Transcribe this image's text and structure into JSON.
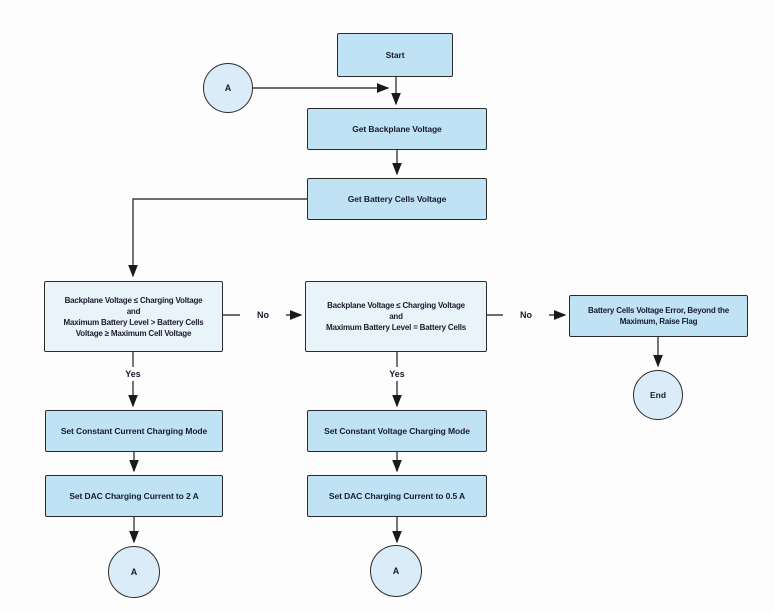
{
  "nodes": {
    "start": {
      "label": "Start"
    },
    "get_backplane": {
      "label": "Get Backplane Voltage"
    },
    "get_battery": {
      "label": "Get Battery Cells Voltage"
    },
    "decision_left": {
      "label": "Backplane Voltage ≤ Charging Voltage\nand\nMaximum Battery Level > Battery Cells\nVoltage ≥ Maximum Cell Voltage"
    },
    "decision_mid": {
      "label": "Backplane Voltage ≤ Charging Voltage\nand\nMaximum Battery Level = Battery Cells"
    },
    "error_box": {
      "label": "Battery Cells Voltage Error, Beyond the\nMaximum, Raise Flag"
    },
    "set_cc_mode": {
      "label": "Set Constant Current Charging Mode"
    },
    "set_dac_2a": {
      "label": "Set DAC Charging Current to 2 A"
    },
    "set_cv_mode": {
      "label": "Set Constant Voltage Charging Mode"
    },
    "set_dac_05a": {
      "label": "Set DAC Charging Current to 0.5 A"
    },
    "connector_a_top": {
      "label": "A"
    },
    "connector_a_bottom_left": {
      "label": "A"
    },
    "connector_a_bottom_mid": {
      "label": "A"
    },
    "end_circle": {
      "label": "End"
    }
  },
  "edge_labels": {
    "no_left": "No",
    "no_right": "No",
    "yes_left": "Yes",
    "yes_mid": "Yes"
  },
  "colors": {
    "process_fill": "#bfe2f4",
    "decision_fill": "#e9f3fa",
    "connector_fill": "#daecf8",
    "stroke": "#2b2b2b",
    "text": "#1b1b2f"
  }
}
